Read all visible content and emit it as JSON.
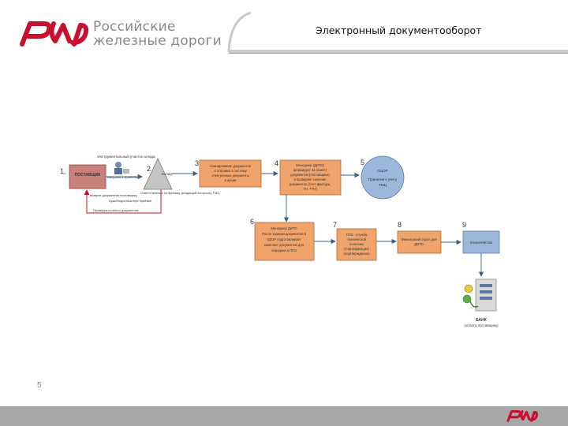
{
  "brand": {
    "line1": "Российские",
    "line2": "железные дороги"
  },
  "title": "Электронный документооборот",
  "page_number": "5",
  "colors": {
    "brand_red": "#c8102e",
    "orange_box": "#f0a46c",
    "gray_box": "#b9b9b9",
    "blue_circle": "#9bb7d9",
    "footer_gray": "#a8a8a8"
  },
  "steps": {
    "s1": {
      "number": "1.",
      "label": "ПОСТАВЩИК"
    },
    "s2": {
      "number": "2",
      "label": "Склад",
      "top_label": "Инструментальный участок склада",
      "receiving_note": "Выгрузка и хранение",
      "responsible_note": "Ответственные за приёмку (входящий контроль) ТМЦ"
    },
    "s3": {
      "number": "3",
      "lines": [
        "Сканирование документов",
        "и отправка в систему",
        "электронные документы",
        "в архив"
      ]
    },
    "s4": {
      "number": "4",
      "lines": [
        "Менеджер (ДИТО)",
        "формирует 41 (пакет)",
        "документов (поставщика)",
        "и проверяет наличие",
        "документов (счет-фактура,",
        "ТН, ТТН)"
      ]
    },
    "s5": {
      "number": "5",
      "lines": [
        "ОЦОР",
        "Принятие к учету",
        "ТМЦ"
      ]
    },
    "s6": {
      "number": "6",
      "lines": [
        "Менеджер ДИТО",
        "После зарядки документов в",
        "ЭДОР подготавливает",
        "комплект документов для",
        "передачи в ППЗ"
      ]
    },
    "s7": {
      "number": "7",
      "lines": [
        "ППЗ - служба",
        "технической",
        "политики",
        "(Сертификация)",
        "(подтверждение)"
      ]
    },
    "s8": {
      "number": "8",
      "lines": [
        "Финансовый отдел для",
        "ДИТО"
      ]
    },
    "s9": {
      "number": "9",
      "label": "Казначейство"
    },
    "bank": {
      "label": "БАНК",
      "sublabel": "(оплата поставщику)"
    }
  },
  "notes": {
    "return_label_left": "возврат документов поставщику",
    "return_label_mid": "Брак/Недостача при приёмке",
    "bottom_note": "Проверка полноты документов"
  }
}
